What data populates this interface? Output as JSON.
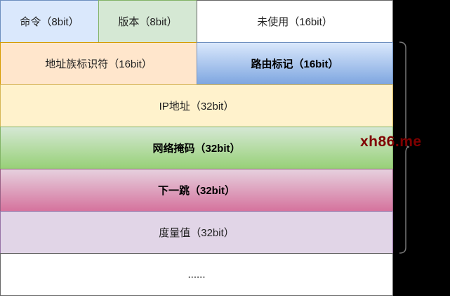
{
  "fields": {
    "command": "命令（8bit）",
    "version": "版本（8bit）",
    "unused": "未使用（16bit）",
    "afi": "地址族标识符（16bit）",
    "route_tag": "路由标记（16bit）",
    "ip": "IP地址（32bit）",
    "mask": "网络掩码（32bit）",
    "next_hop": "下一跳（32bit）",
    "metric": "度量值（32bit）",
    "more": "......"
  },
  "watermark": "xh86.me"
}
